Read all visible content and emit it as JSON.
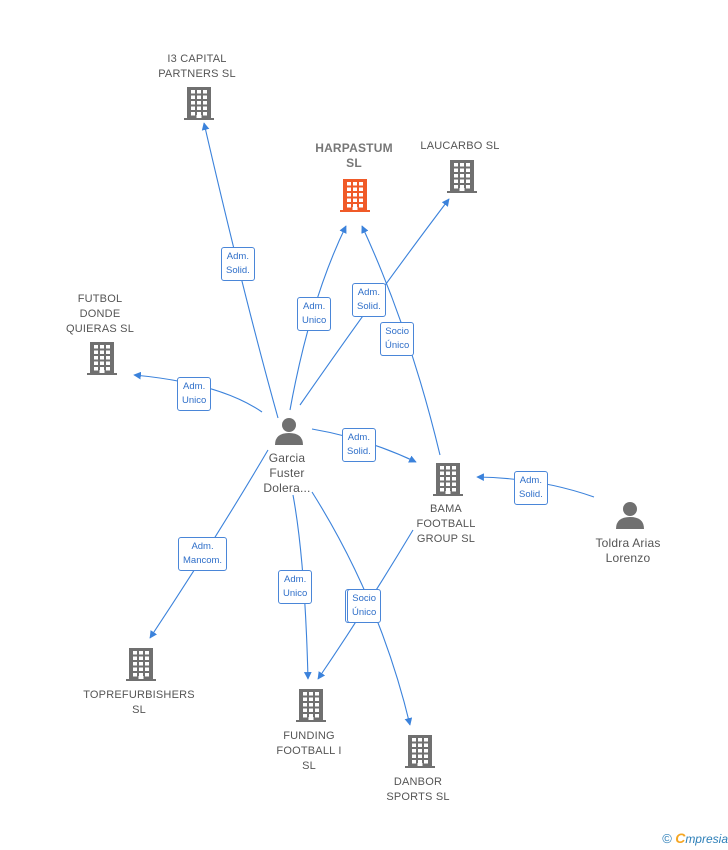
{
  "colors": {
    "edge": "#3b82db",
    "building": "#707070",
    "building_focus": "#f05a28",
    "person": "#707070"
  },
  "nodes": [
    {
      "id": "i3capital",
      "type": "company",
      "label": "I3 CAPITAL\nPARTNERS  SL"
    },
    {
      "id": "harpastum",
      "type": "company_focus",
      "label": "HARPASTUM\nSL"
    },
    {
      "id": "laucarbo",
      "type": "company",
      "label": "LAUCARBO  SL"
    },
    {
      "id": "futbol",
      "type": "company",
      "label": "FUTBOL\nDONDE\nQUIERAS SL"
    },
    {
      "id": "garcia",
      "type": "person",
      "label": "Garcia\nFuster\nDolera..."
    },
    {
      "id": "bama",
      "type": "company",
      "label": "BAMA\nFOOTBALL\nGROUP  SL"
    },
    {
      "id": "toldra",
      "type": "person",
      "label": "Toldra Arias\nLorenzo"
    },
    {
      "id": "toprefurb",
      "type": "company",
      "label": "TOPREFURBISHERS\nSL"
    },
    {
      "id": "funding",
      "type": "company",
      "label": "FUNDING\nFOOTBALL I\nSL"
    },
    {
      "id": "danbor",
      "type": "company",
      "label": "DANBOR\nSPORTS  SL"
    }
  ],
  "edges": [
    {
      "from": "garcia",
      "to": "i3capital",
      "label": "Adm.\nSolid."
    },
    {
      "from": "garcia",
      "to": "harpastum",
      "label": "Adm.\nUnico"
    },
    {
      "from": "garcia",
      "to": "laucarbo",
      "label": "Adm.\nSolid."
    },
    {
      "from": "bama",
      "to": "harpastum",
      "label": "Socio\nÚnico"
    },
    {
      "from": "garcia",
      "to": "futbol",
      "label": "Adm.\nUnico"
    },
    {
      "from": "garcia",
      "to": "bama",
      "label": "Adm.\nSolid."
    },
    {
      "from": "toldra",
      "to": "bama",
      "label": "Adm.\nSolid."
    },
    {
      "from": "garcia",
      "to": "toprefurb",
      "label": "Adm.\nMancom."
    },
    {
      "from": "garcia",
      "to": "funding",
      "label": "Adm.\nUnico"
    },
    {
      "from": "bama",
      "to": "funding",
      "label": "Socio\nÚnico"
    },
    {
      "from": "garcia",
      "to": "danbor",
      "label": "Socio\nÚnico"
    }
  ],
  "footer": {
    "copyright": "©",
    "brand_first": "C",
    "brand_rest": "mpresia"
  }
}
